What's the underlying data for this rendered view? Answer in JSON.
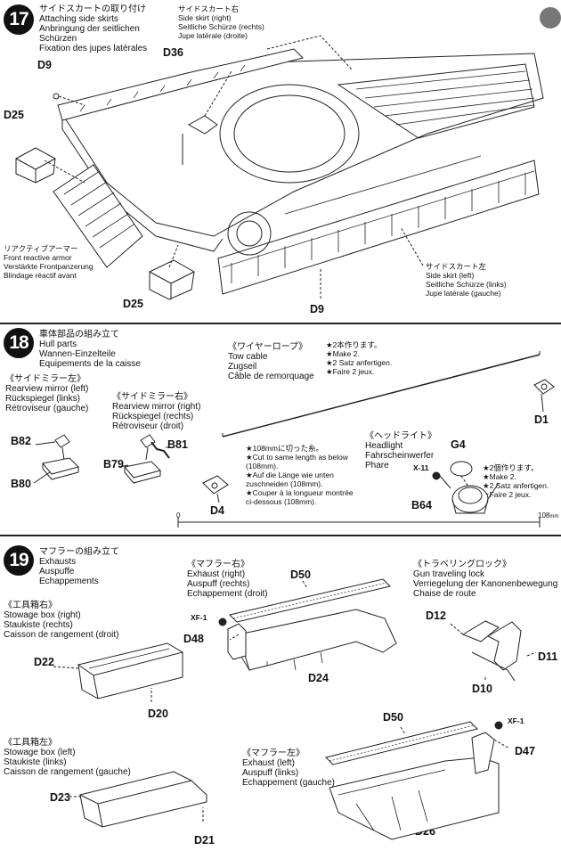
{
  "step17": {
    "number": "17",
    "titles": [
      "サイドスカートの取り付け",
      "Attaching side skirts",
      "Anbringung der seitlichen",
      "Schürzen",
      "Fixation des jupes latérales"
    ],
    "right_skirt": [
      "サイドスカート右",
      "Side skirt (right)",
      "Seitliche Schürze (rechts)",
      "Jupe latérale (droite)"
    ],
    "left_skirt": [
      "サイドスカート左",
      "Side skirt (left)",
      "Seitliche Schürze (links)",
      "Jupe latérale (gauche)"
    ],
    "front_armor": [
      "リアクティブアーマー",
      "Front reactive armor",
      "Verstärkte Frontpanzerung",
      "Blindage réactif avant"
    ],
    "parts": {
      "d9_top": "D9",
      "d36": "D36",
      "d25_left": "D25",
      "d25_bottom": "D25",
      "d9_bottom": "D9"
    }
  },
  "step18": {
    "number": "18",
    "titles": [
      "車体部品の組み立て",
      "Hull parts",
      "Wannen-Einzelteile",
      "Equipements de la caisse"
    ],
    "mirror_left": [
      "《サイドミラー左》",
      "Rearview mirror (left)",
      "Rückspiegel (links)",
      "Rétroviseur (gauche)"
    ],
    "mirror_right": [
      "《サイドミラー右》",
      "Rearview mirror (right)",
      "Rückspiegel (rechts)",
      "Rétroviseur (droit)"
    ],
    "tow_cable": [
      "《ワイヤーロープ》",
      "Tow cable",
      "Zugseil",
      "Câble de remorquage"
    ],
    "make2_cable": [
      "★2本作ります。",
      "★Make 2.",
      "★2 Satz anfertigen.",
      "★Faire 2 jeux."
    ],
    "cut_note": [
      "★108mmに切った糸。",
      "★Cut to same length as below",
      "(108mm).",
      "★Auf die Länge wie unten",
      "zuschneiden (108mm).",
      "★Couper à la longueur montrée",
      "ci-dessous (108mm)."
    ],
    "headlight": [
      "《ヘッドライト》",
      "Headlight",
      "Fahrscheinwerfer",
      "Phare"
    ],
    "make2_light": [
      "★2個作ります。",
      "★Make 2.",
      "★2 Satz anfertigen.",
      "★Faire 2 jeux."
    ],
    "parts": {
      "b82": "B82",
      "b80": "B80",
      "b81": "B81",
      "b79": "B79",
      "d4": "D4",
      "d1": "D1",
      "g4": "G4",
      "x11": "X-11",
      "b64": "B64"
    },
    "ruler": {
      "start": "0",
      "end": "108",
      "unit": "mm"
    }
  },
  "step19": {
    "number": "19",
    "titles": [
      "マフラーの組み立て",
      "Exhausts",
      "Auspuffe",
      "Echappements"
    ],
    "exhaust_right": [
      "《マフラー右》",
      "Exhaust (right)",
      "Auspuff (rechts)",
      "Echappement (droit)"
    ],
    "travel_lock": [
      "《トラベリングロック》",
      "Gun traveling lock",
      "Verriegelung der Kanonenbewegung",
      "Chaise de route"
    ],
    "box_right": [
      "《工具箱右》",
      "Stowage box (right)",
      "Staukiste (rechts)",
      "Caisson de rangement (droit)"
    ],
    "box_left": [
      "《工具箱左》",
      "Stowage box (left)",
      "Staukiste (links)",
      "Caisson de rangement (gauche)"
    ],
    "exhaust_left": [
      "《マフラー左》",
      "Exhaust (left)",
      "Auspuff (links)",
      "Echappement (gauche)"
    ],
    "parts": {
      "d50_top": "D50",
      "xf1_top": "XF-1",
      "d48": "D48",
      "d24": "D24",
      "d12": "D12",
      "d11": "D11",
      "d10": "D10",
      "d22": "D22",
      "d20": "D20",
      "d23": "D23",
      "d21": "D21",
      "d50_bottom": "D50",
      "xf1_bottom": "XF-1",
      "d47": "D47",
      "d26": "D26"
    }
  }
}
